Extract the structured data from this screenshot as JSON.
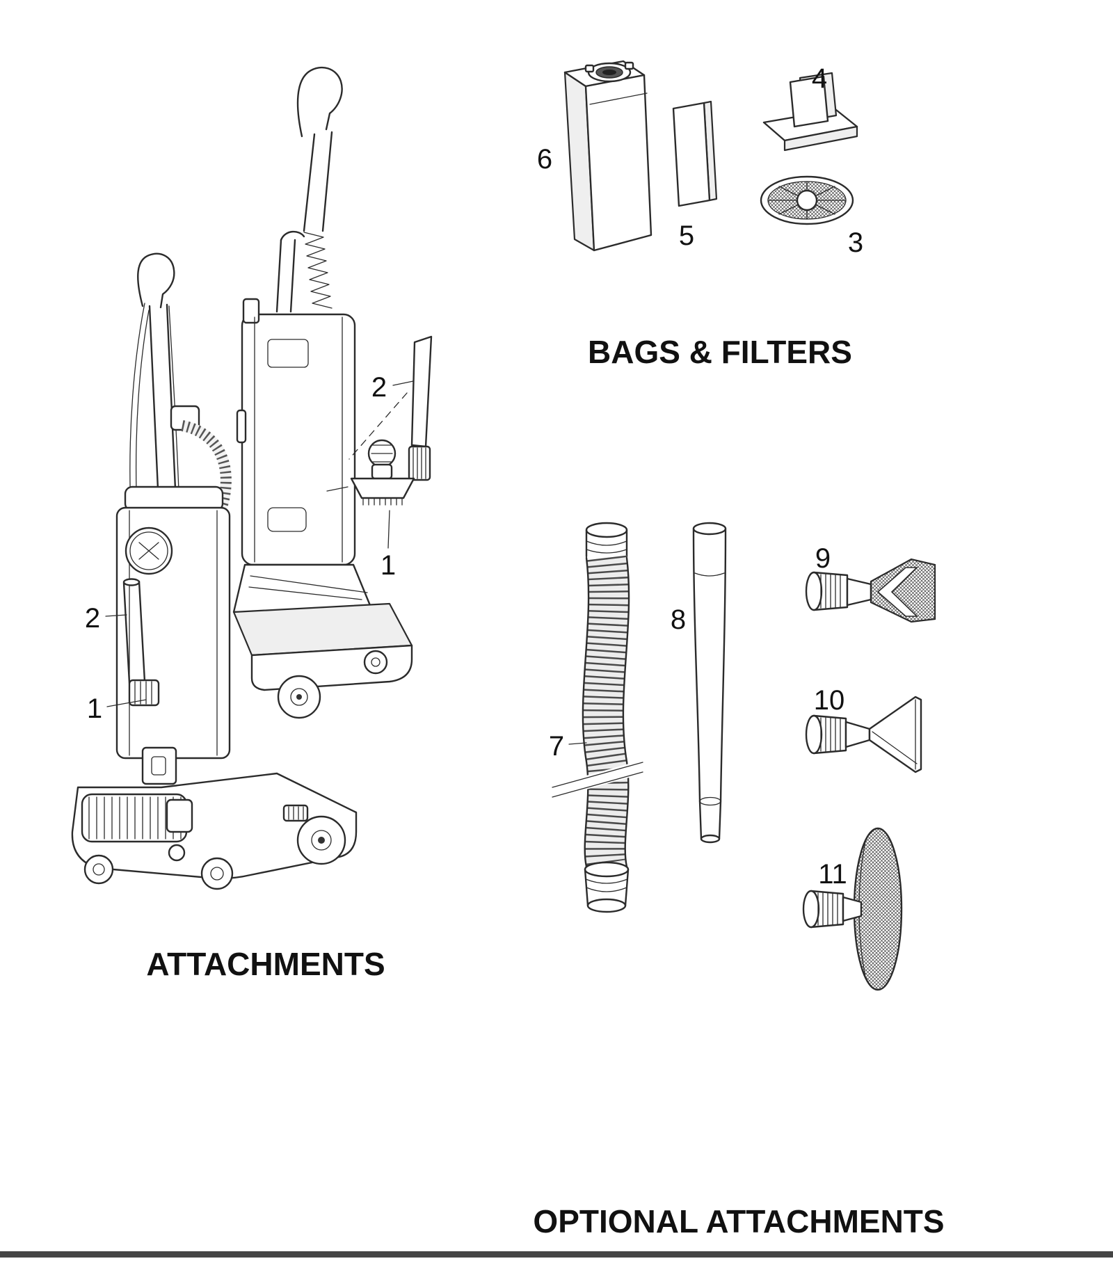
{
  "titles": {
    "attachments": "ATTACHMENTS",
    "bags_filters": "BAGS & FILTERS",
    "optional_attachments": "OPTIONAL ATTACHMENTS"
  },
  "part_labels": {
    "n1": "1",
    "n2": "2",
    "n3": "3",
    "n4": "4",
    "n5": "5",
    "n6": "6",
    "n7": "7",
    "n8": "8",
    "n9": "9",
    "n10": "10",
    "n11": "11"
  }
}
